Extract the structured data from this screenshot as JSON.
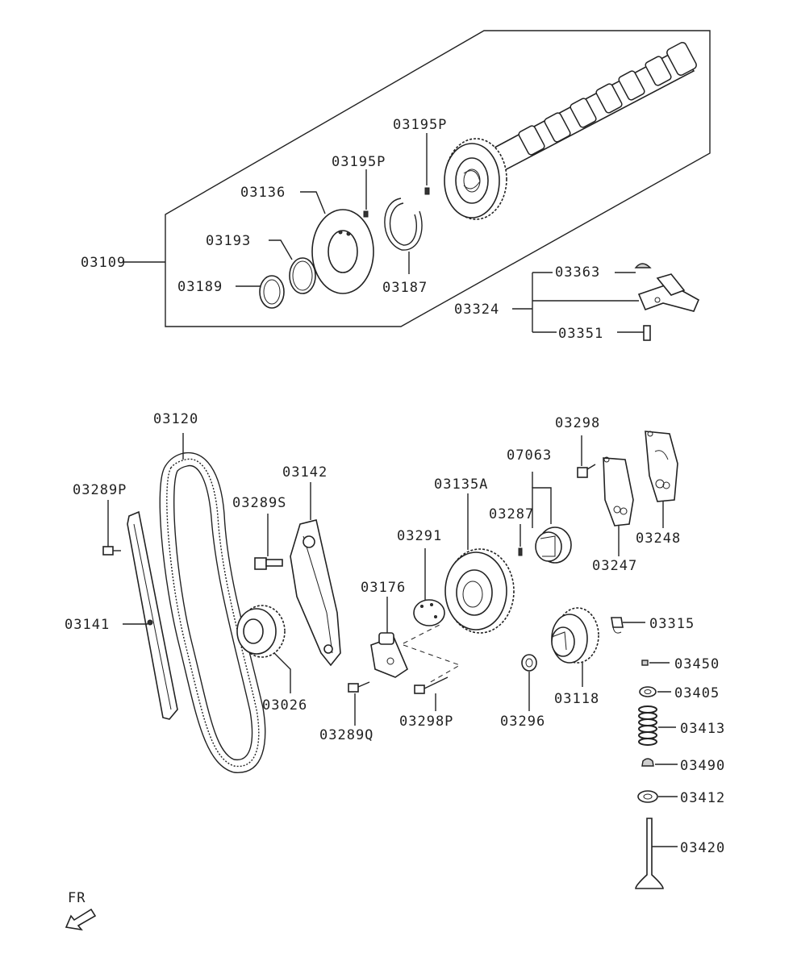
{
  "labels": {
    "p03195P_a": "03195P",
    "p03195P_b": "03195P",
    "p03136": "03136",
    "p03193": "03193",
    "p03109": "03109",
    "p03189": "03189",
    "p03187": "03187",
    "p03363": "03363",
    "p03324": "03324",
    "p03351": "03351",
    "p03120": "03120",
    "p03289P": "03289P",
    "p03142": "03142",
    "p03289S": "03289S",
    "p03141": "03141",
    "p03026": "03026",
    "p03176": "03176",
    "p03289Q": "03289Q",
    "p03298P": "03298P",
    "p03291": "03291",
    "p03135A": "03135A",
    "p07063": "07063",
    "p03287": "03287",
    "p03298": "03298",
    "p03248": "03248",
    "p03247": "03247",
    "p03296": "03296",
    "p03118": "03118",
    "p03315": "03315",
    "p03450": "03450",
    "p03405": "03405",
    "p03413": "03413",
    "p03490": "03490",
    "p03412": "03412",
    "p03420": "03420",
    "fr": "FR"
  }
}
